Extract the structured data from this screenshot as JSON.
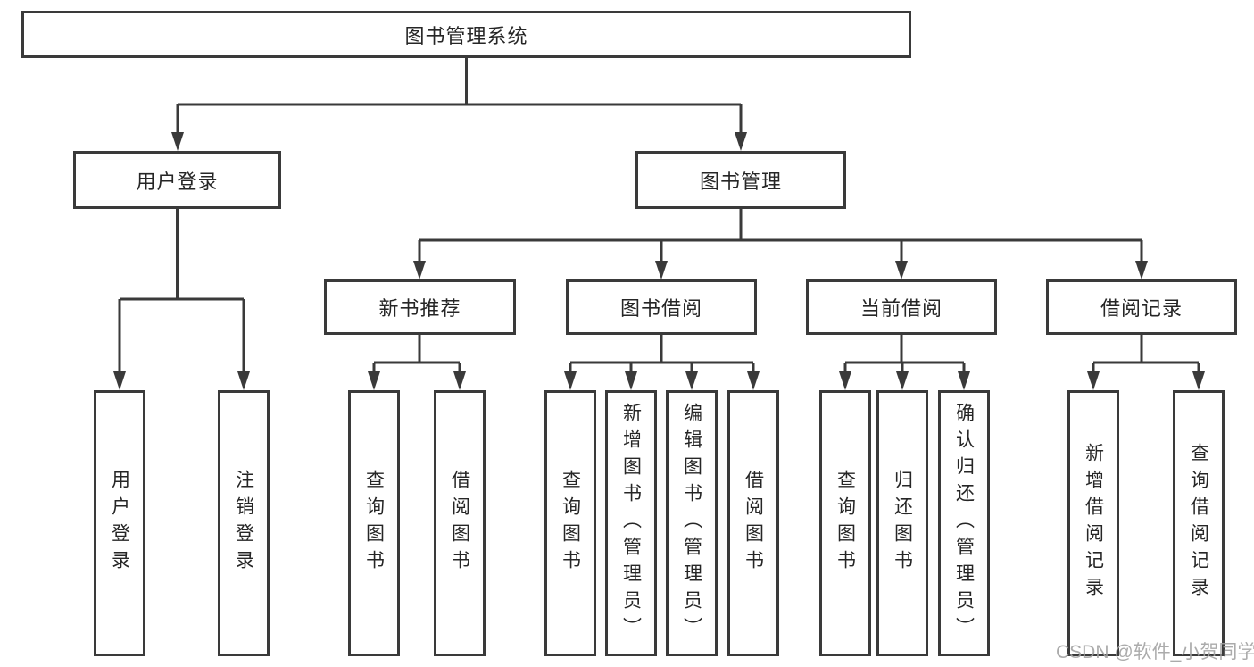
{
  "colors": {
    "line": "#3a3a3a",
    "text": "#262626",
    "watermark": "#a3a3a3",
    "canvas": "#ffffff"
  },
  "watermark": {
    "text": "CSDN @软件_小贺同学"
  },
  "tree": {
    "root": {
      "label": "图书管理系统"
    },
    "children": [
      {
        "label": "用户登录",
        "children": [
          {
            "label": "用户登录"
          },
          {
            "label": "注销登录"
          }
        ]
      },
      {
        "label": "图书管理",
        "children": [
          {
            "label": "新书推荐",
            "children": [
              {
                "label": "查询图书"
              },
              {
                "label": "借阅图书"
              }
            ]
          },
          {
            "label": "图书借阅",
            "children": [
              {
                "label": "查询图书"
              },
              {
                "label": "新增图书（管理员）"
              },
              {
                "label": "编辑图书（管理员）"
              },
              {
                "label": "借阅图书"
              }
            ]
          },
          {
            "label": "当前借阅",
            "children": [
              {
                "label": "查询图书"
              },
              {
                "label": "归还图书"
              },
              {
                "label": "确认归还（管理员）"
              }
            ]
          },
          {
            "label": "借阅记录",
            "children": [
              {
                "label": "新增借阅记录"
              },
              {
                "label": "查询借阅记录"
              }
            ]
          }
        ]
      }
    ]
  }
}
